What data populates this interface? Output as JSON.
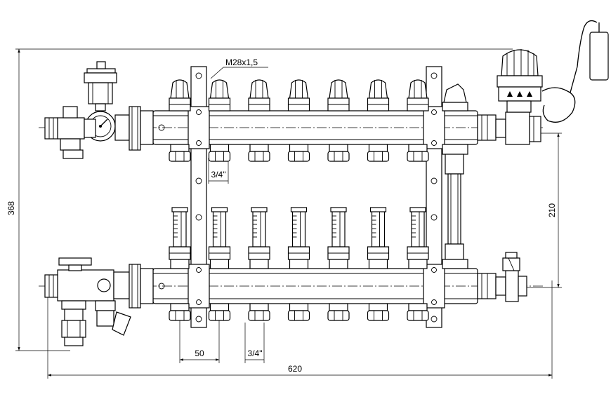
{
  "drawing": {
    "thread_label": "M28x1,5",
    "dimensions": {
      "overall_width": "620",
      "overall_height": "368",
      "bar_spacing": "210",
      "outlet_pitch": "50",
      "upper_thread": "3/4\"",
      "lower_thread": "3/4\""
    },
    "outlet_count": 7
  }
}
